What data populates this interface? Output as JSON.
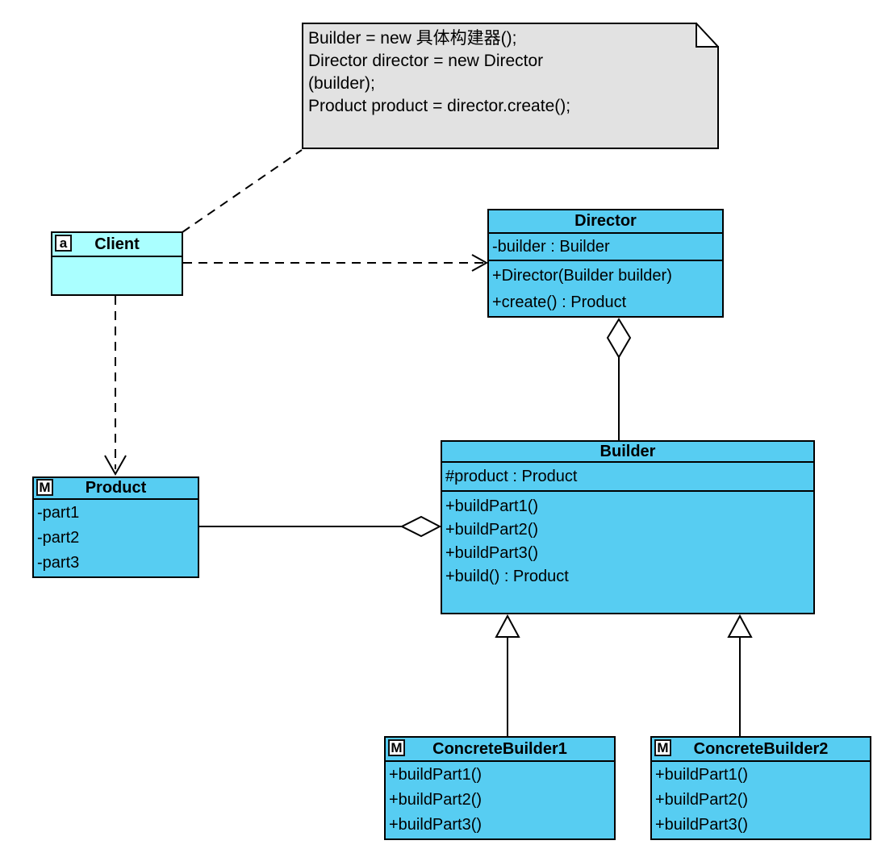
{
  "diagram": {
    "kind": "uml-class-diagram",
    "pattern": "Builder"
  },
  "colors": {
    "class_fill": "#57CDF2",
    "client_fill": "#AAFFFF",
    "note_fill": "#E2E2E2",
    "line": "#000000",
    "background": "#FFFFFF"
  },
  "note": {
    "line1": "Builder = new 具体构建器();",
    "line2": "Director director = new Director",
    "line3": "(builder);",
    "line4": "Product product = director.create();"
  },
  "classes": {
    "client": {
      "badge": "a",
      "title": "Client",
      "attributes": [],
      "methods": []
    },
    "director": {
      "title": "Director",
      "attributes": [
        "-builder : Builder"
      ],
      "methods": [
        "+Director(Builder builder)",
        "+create() : Product"
      ]
    },
    "builder": {
      "title": "Builder",
      "attributes": [
        "#product : Product"
      ],
      "methods": [
        "+buildPart1()",
        "+buildPart2()",
        "+buildPart3()",
        "+build() : Product"
      ]
    },
    "product": {
      "badge": "M",
      "title": "Product",
      "attributes": [
        "-part1",
        "-part2",
        "-part3"
      ],
      "methods": []
    },
    "concrete_builder_1": {
      "badge": "M",
      "title": "ConcreteBuilder1",
      "attributes": [],
      "methods": [
        "+buildPart1()",
        "+buildPart2()",
        "+buildPart3()"
      ]
    },
    "concrete_builder_2": {
      "badge": "M",
      "title": "ConcreteBuilder2",
      "attributes": [],
      "methods": [
        "+buildPart1()",
        "+buildPart2()",
        "+buildPart3()"
      ]
    }
  },
  "relationships": [
    {
      "type": "note-anchor",
      "from": "Client",
      "to": "note",
      "style": "dashed"
    },
    {
      "type": "dependency",
      "from": "Client",
      "to": "Director",
      "style": "dashed-open-arrow"
    },
    {
      "type": "dependency",
      "from": "Client",
      "to": "Product",
      "style": "dashed-open-arrow"
    },
    {
      "type": "aggregation",
      "whole": "Director",
      "part": "Builder",
      "style": "solid-hollow-diamond"
    },
    {
      "type": "aggregation",
      "whole": "Builder",
      "part": "Product",
      "style": "solid-hollow-diamond"
    },
    {
      "type": "generalization",
      "from": "ConcreteBuilder1",
      "to": "Builder",
      "style": "solid-hollow-triangle"
    },
    {
      "type": "generalization",
      "from": "ConcreteBuilder2",
      "to": "Builder",
      "style": "solid-hollow-triangle"
    }
  ]
}
